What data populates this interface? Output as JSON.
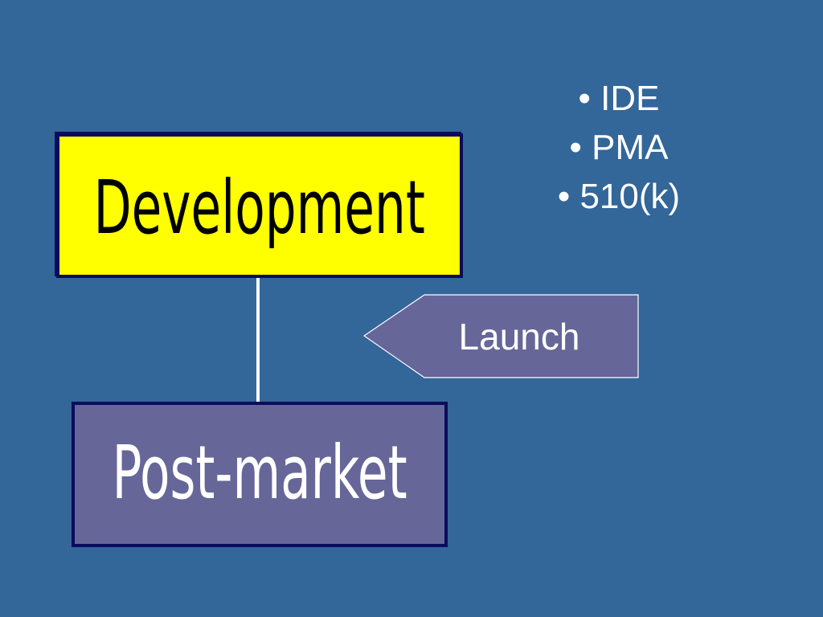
{
  "diagram": {
    "development": "Development",
    "post_market": "Post-market",
    "launch": "Launch",
    "bullets": [
      "IDE",
      "PMA",
      "510(k)"
    ]
  },
  "colors": {
    "background": "#336699",
    "development_fill": "#ffff00",
    "post_market_fill": "#666699",
    "launch_fill": "#666699",
    "box_border": "#0b0b5e",
    "connector": "#ffffff"
  }
}
